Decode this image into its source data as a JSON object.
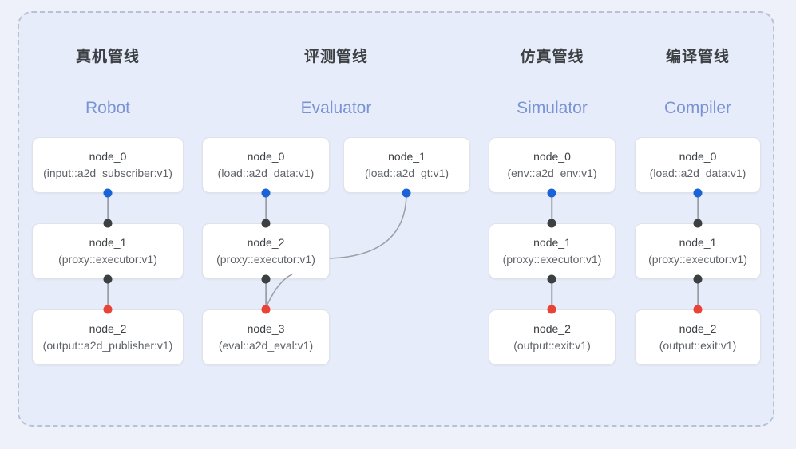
{
  "diagram": {
    "background_color": "#eef1fa",
    "panel_color": "#e6ecf9",
    "panel_border_color": "#b9c1d4",
    "dot_colors": {
      "input": "#1a62d6",
      "internal": "#3c4043",
      "output": "#ea4335"
    },
    "edge_color": "#9aa0a6"
  },
  "columns": [
    {
      "title_cn": "真机管线",
      "title_en": "Robot",
      "nodes": [
        {
          "id": "node_0",
          "kind": "(input::a2d_subscriber:v1)"
        },
        {
          "id": "node_1",
          "kind": "(proxy::executor:v1)"
        },
        {
          "id": "node_2",
          "kind": "(output::a2d_publisher:v1)"
        }
      ]
    },
    {
      "title_cn": "评测管线",
      "title_en": "Evaluator",
      "nodes": [
        {
          "id": "node_0",
          "kind": "(load::a2d_data:v1)"
        },
        {
          "id": "node_1",
          "kind": "(load::a2d_gt:v1)"
        },
        {
          "id": "node_2",
          "kind": "(proxy::executor:v1)"
        },
        {
          "id": "node_3",
          "kind": "(eval::a2d_eval:v1)"
        }
      ]
    },
    {
      "title_cn": "仿真管线",
      "title_en": "Simulator",
      "nodes": [
        {
          "id": "node_0",
          "kind": "(env::a2d_env:v1)"
        },
        {
          "id": "node_1",
          "kind": "(proxy::executor:v1)"
        },
        {
          "id": "node_2",
          "kind": "(output::exit:v1)"
        }
      ]
    },
    {
      "title_cn": "编译管线",
      "title_en": "Compiler",
      "nodes": [
        {
          "id": "node_0",
          "kind": "(load::a2d_data:v1)"
        },
        {
          "id": "node_1",
          "kind": "(proxy::executor:v1)"
        },
        {
          "id": "node_2",
          "kind": "(output::exit:v1)"
        }
      ]
    }
  ]
}
